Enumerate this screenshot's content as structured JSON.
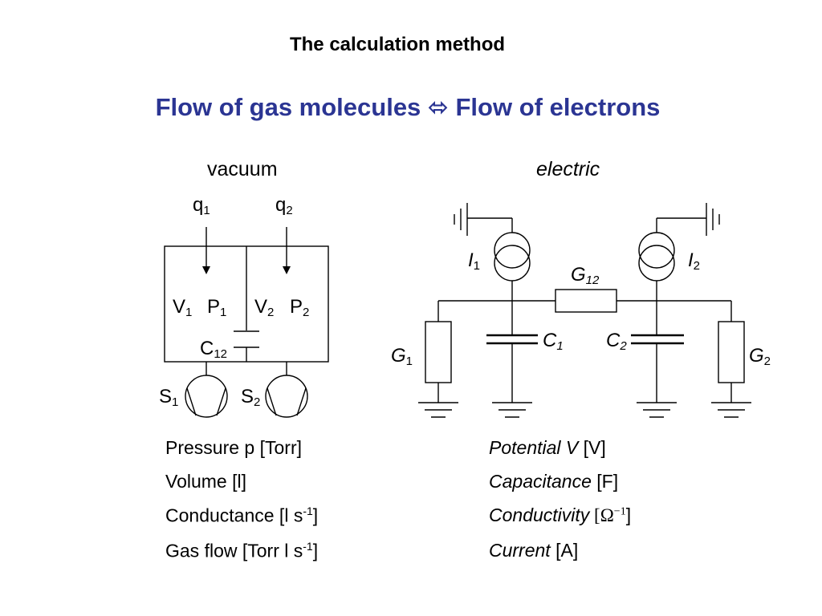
{
  "slide": {
    "title": "The calculation method",
    "subtitle": "Flow of gas molecules ⬄ Flow of electrons",
    "accent_color": "#2b3593"
  },
  "vacuum": {
    "heading": "vacuum",
    "q1": "q",
    "q1_sub": "1",
    "q2": "q",
    "q2_sub": "2",
    "v1": "V",
    "v1_sub": "1",
    "p1": "P",
    "p1_sub": "1",
    "v2": "V",
    "v2_sub": "2",
    "p2": "P",
    "p2_sub": "2",
    "c12": "C",
    "c12_sub": "12",
    "s1": "S",
    "s1_sub": "1",
    "s2": "S",
    "s2_sub": "2"
  },
  "electric": {
    "heading": "electric",
    "i1": "I",
    "i1_sub": "1",
    "i2": "I",
    "i2_sub": "2",
    "g12": "G",
    "g12_sub": "12",
    "c1": "C",
    "c1_sub": "1",
    "c2": "C",
    "c2_sub": "2",
    "g1": "G",
    "g1_sub": "1",
    "g2": "G",
    "g2_sub": "2"
  },
  "left_list": [
    {
      "text": "Pressure p [Torr]"
    },
    {
      "text": "Volume [l]"
    },
    {
      "text": "Conductance [l s",
      "sup": "-1",
      "tail": "]"
    },
    {
      "text": "Gas flow [Torr l s",
      "sup": "-1",
      "tail": "]"
    }
  ],
  "right_list": [
    {
      "italic": "Potential V",
      "rest": " [V]"
    },
    {
      "italic": "Capacitance",
      "rest": " [F]"
    },
    {
      "italic": "Conductivity",
      "open": " [",
      "omega": "Ω",
      "sup": "−1",
      "close": "]"
    },
    {
      "italic": "Current",
      "rest": " [A]"
    }
  ]
}
